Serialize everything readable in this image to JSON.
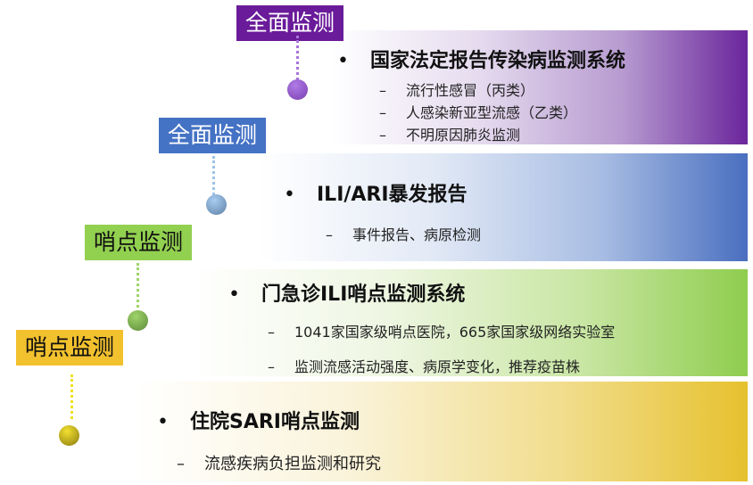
{
  "tiers": [
    {
      "label": "全面监测",
      "title": "国家法定报告传染病监测系统",
      "items": [
        "流行性感冒（丙类）",
        "人感染新亚型流感（乙类）",
        "不明原因肺炎监测"
      ],
      "color": "#6a1b9a"
    },
    {
      "label": "全面监测",
      "title": "ILI/ARI暴发报告",
      "items": [
        "事件报告、病原检测"
      ],
      "color": "#4472c4"
    },
    {
      "label": "哨点监测",
      "title": "门急诊ILI哨点监测系统",
      "items": [
        "1041家国家级哨点医院，665家国家级网络实验室",
        "监测流感活动强度、病原学变化，推荐疫苗株"
      ],
      "color": "#92d050"
    },
    {
      "label": "哨点监测",
      "title": "住院SARI哨点监测",
      "items": [
        "流感疾病负担监测和研究"
      ],
      "color": "#f2c12e"
    }
  ]
}
